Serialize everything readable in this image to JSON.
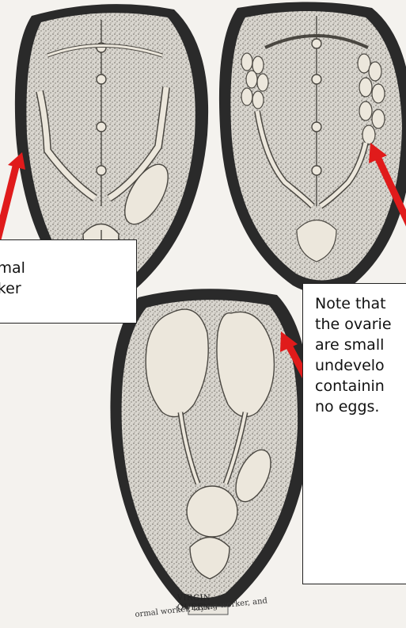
{
  "callouts": {
    "left": {
      "lines": [
        "rmal",
        "rker"
      ]
    },
    "right": {
      "lines": [
        "Note that",
        "the ovarie",
        "are small",
        "undevelo",
        "containin",
        "no eggs."
      ]
    }
  },
  "labels": {
    "virgin_queen": {
      "line1": "VIRGIN",
      "line2": "QUEEN"
    },
    "caption": "ormal worker, laying worker, and"
  },
  "colors": {
    "arrow": "#e01b1b",
    "shell": "#2a2a2a",
    "stipple": "#bdbab3",
    "organ": "#ece7dc"
  }
}
